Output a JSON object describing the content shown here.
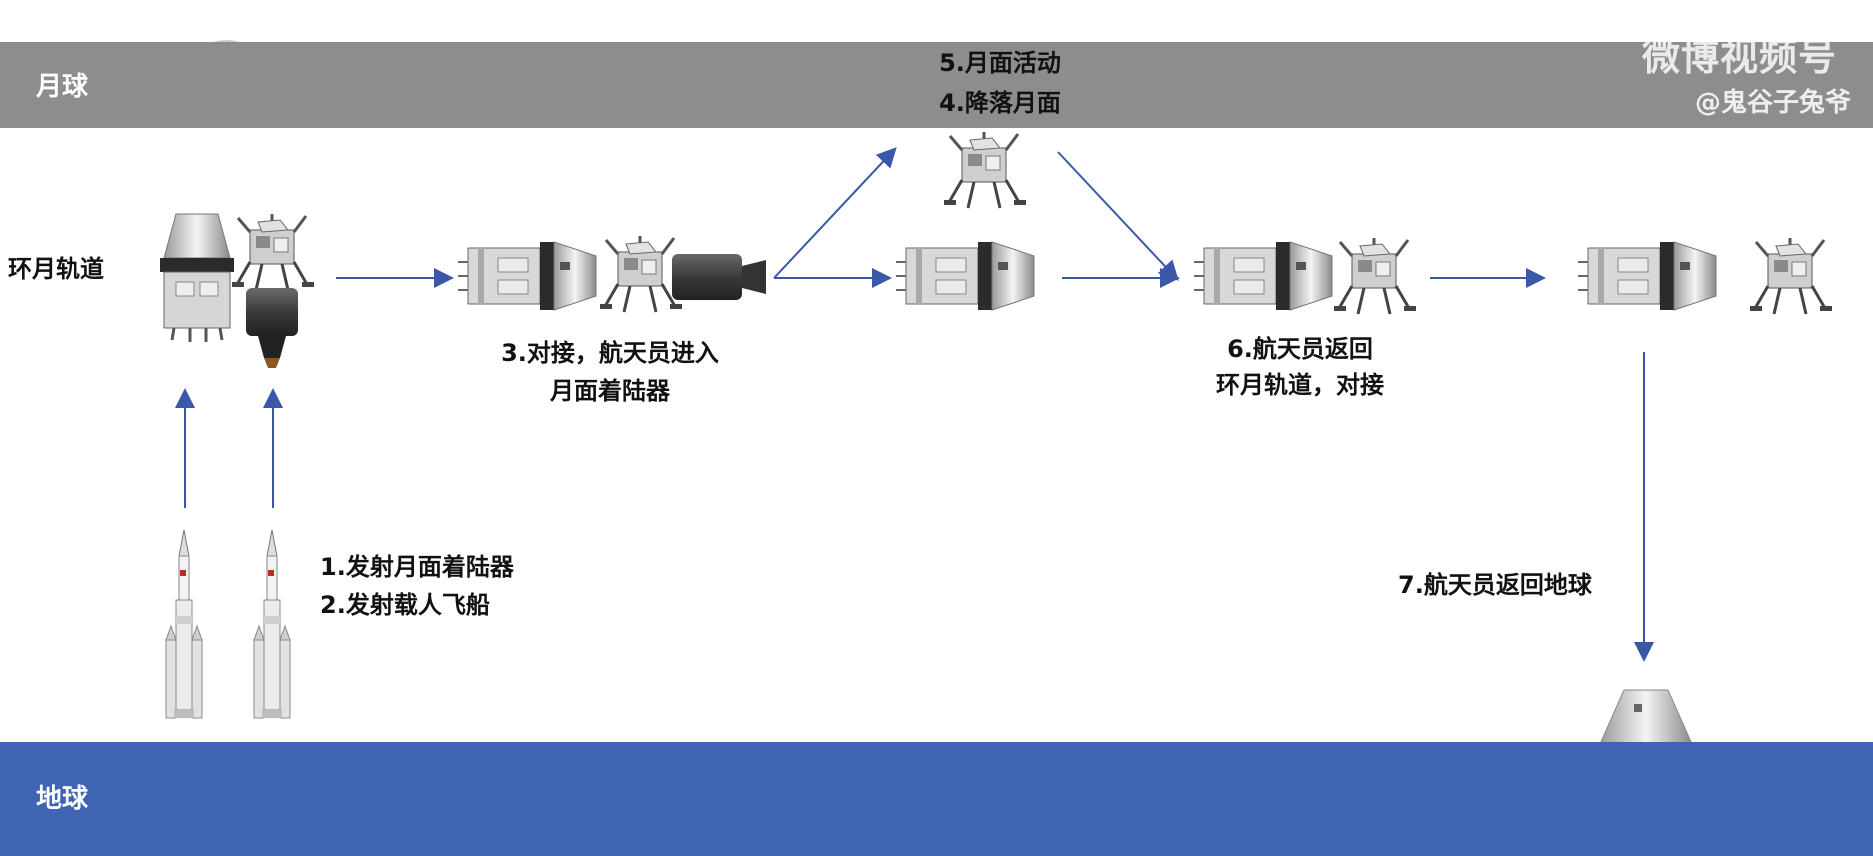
{
  "bands": {
    "moon_label": "月球",
    "earth_label": "地球",
    "moon_color": "#8e8c8d",
    "earth_color": "#3f64b4"
  },
  "labels": {
    "lunar_orbit": "环月轨道",
    "step1": "1.发射月面着陆器",
    "step2": "2.发射载人飞船",
    "step3_line1": "3.对接，航天员进入",
    "step3_line2": "月面着陆器",
    "step4": "4.降落月面",
    "step5": "5.月面活动",
    "step6_line1": "6.航天员返回",
    "step6_line2": "环月轨道，对接",
    "step7": "7.航天员返回地球"
  },
  "watermark": {
    "platform": "微博视频号",
    "handle": "@鬼谷子兔爷"
  },
  "colors": {
    "arrow": "#3a57a8",
    "background": "#ffffff"
  }
}
